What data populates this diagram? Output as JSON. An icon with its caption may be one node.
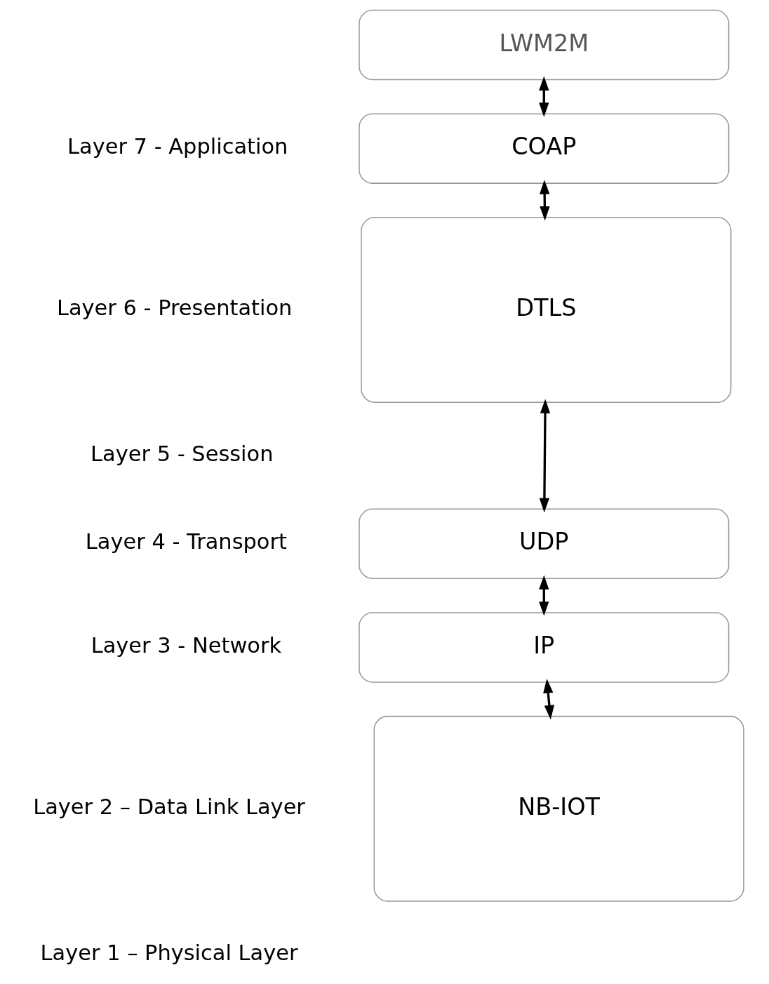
{
  "diagram": {
    "nodes": [
      {
        "text": [
          "LWM2M"
        ]
      },
      {
        "text": [
          "COAP"
        ]
      },
      {
        "text": [
          "DTLS"
        ]
      },
      {
        "text": [
          "UDP"
        ]
      },
      {
        "text": [
          "IP"
        ]
      },
      {
        "text": [
          "NB-IOT"
        ]
      }
    ],
    "edges": [
      {
        "from": 0,
        "to": 1,
        "arrow": "both"
      },
      {
        "from": 1,
        "to": 2,
        "arrow": "both"
      },
      {
        "from": 2,
        "to": 3,
        "arrow": "both"
      },
      {
        "from": 3,
        "to": 4,
        "arrow": "both"
      },
      {
        "from": 4,
        "to": 5,
        "arrow": "both"
      }
    ],
    "labels": [
      "Layer 7 - Application",
      "Layer 6 - Presentation",
      "Layer 5 - Session",
      "Layer 4 - Transport",
      "Layer 3 - Network",
      "Layer 2 – Data Link Layer",
      "Layer 1 – Physical Layer"
    ]
  }
}
